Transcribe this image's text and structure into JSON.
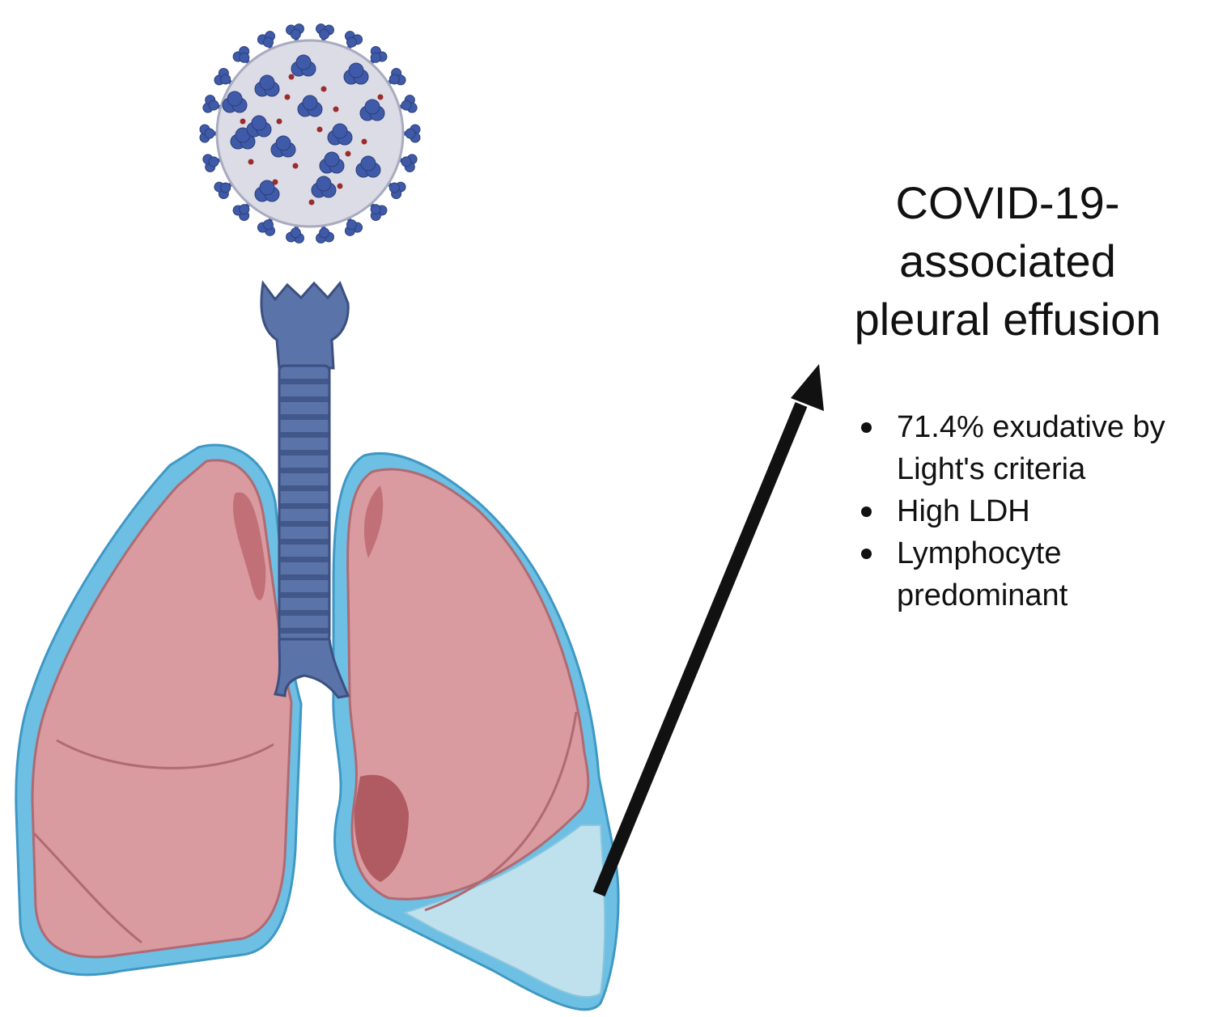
{
  "title_lines": [
    "COVID-19-",
    "associated",
    "pleural effusion"
  ],
  "findings": [
    "71.4% exudative by Light's criteria",
    "High LDH",
    "Lymphocyte predominant"
  ],
  "colors": {
    "virus_body": "#dcdce6",
    "virus_spike": "#3f5aa8",
    "virus_dot": "#9a2c2c",
    "trachea": "#5a73a8",
    "lung": "#d99aa0",
    "lung_dark": "#b86a72",
    "pleura": "#6dbfe3",
    "effusion": "#bfe1ee",
    "arrow": "#111111",
    "text": "#111111"
  },
  "icons": [
    "virus-icon",
    "trachea-icon",
    "right-lung-icon",
    "left-lung-icon",
    "pleural-effusion-icon",
    "arrow-icon"
  ]
}
